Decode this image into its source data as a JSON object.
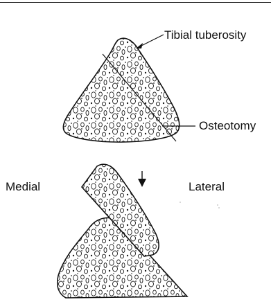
{
  "figure": {
    "labels": {
      "tibial_tuberosity": "Tibial tuberosity",
      "osteotomy": "Osteotomy",
      "medial": "Medial",
      "lateral": "Lateral"
    },
    "colors": {
      "ink": "#111111",
      "background": "#ffffff"
    }
  }
}
